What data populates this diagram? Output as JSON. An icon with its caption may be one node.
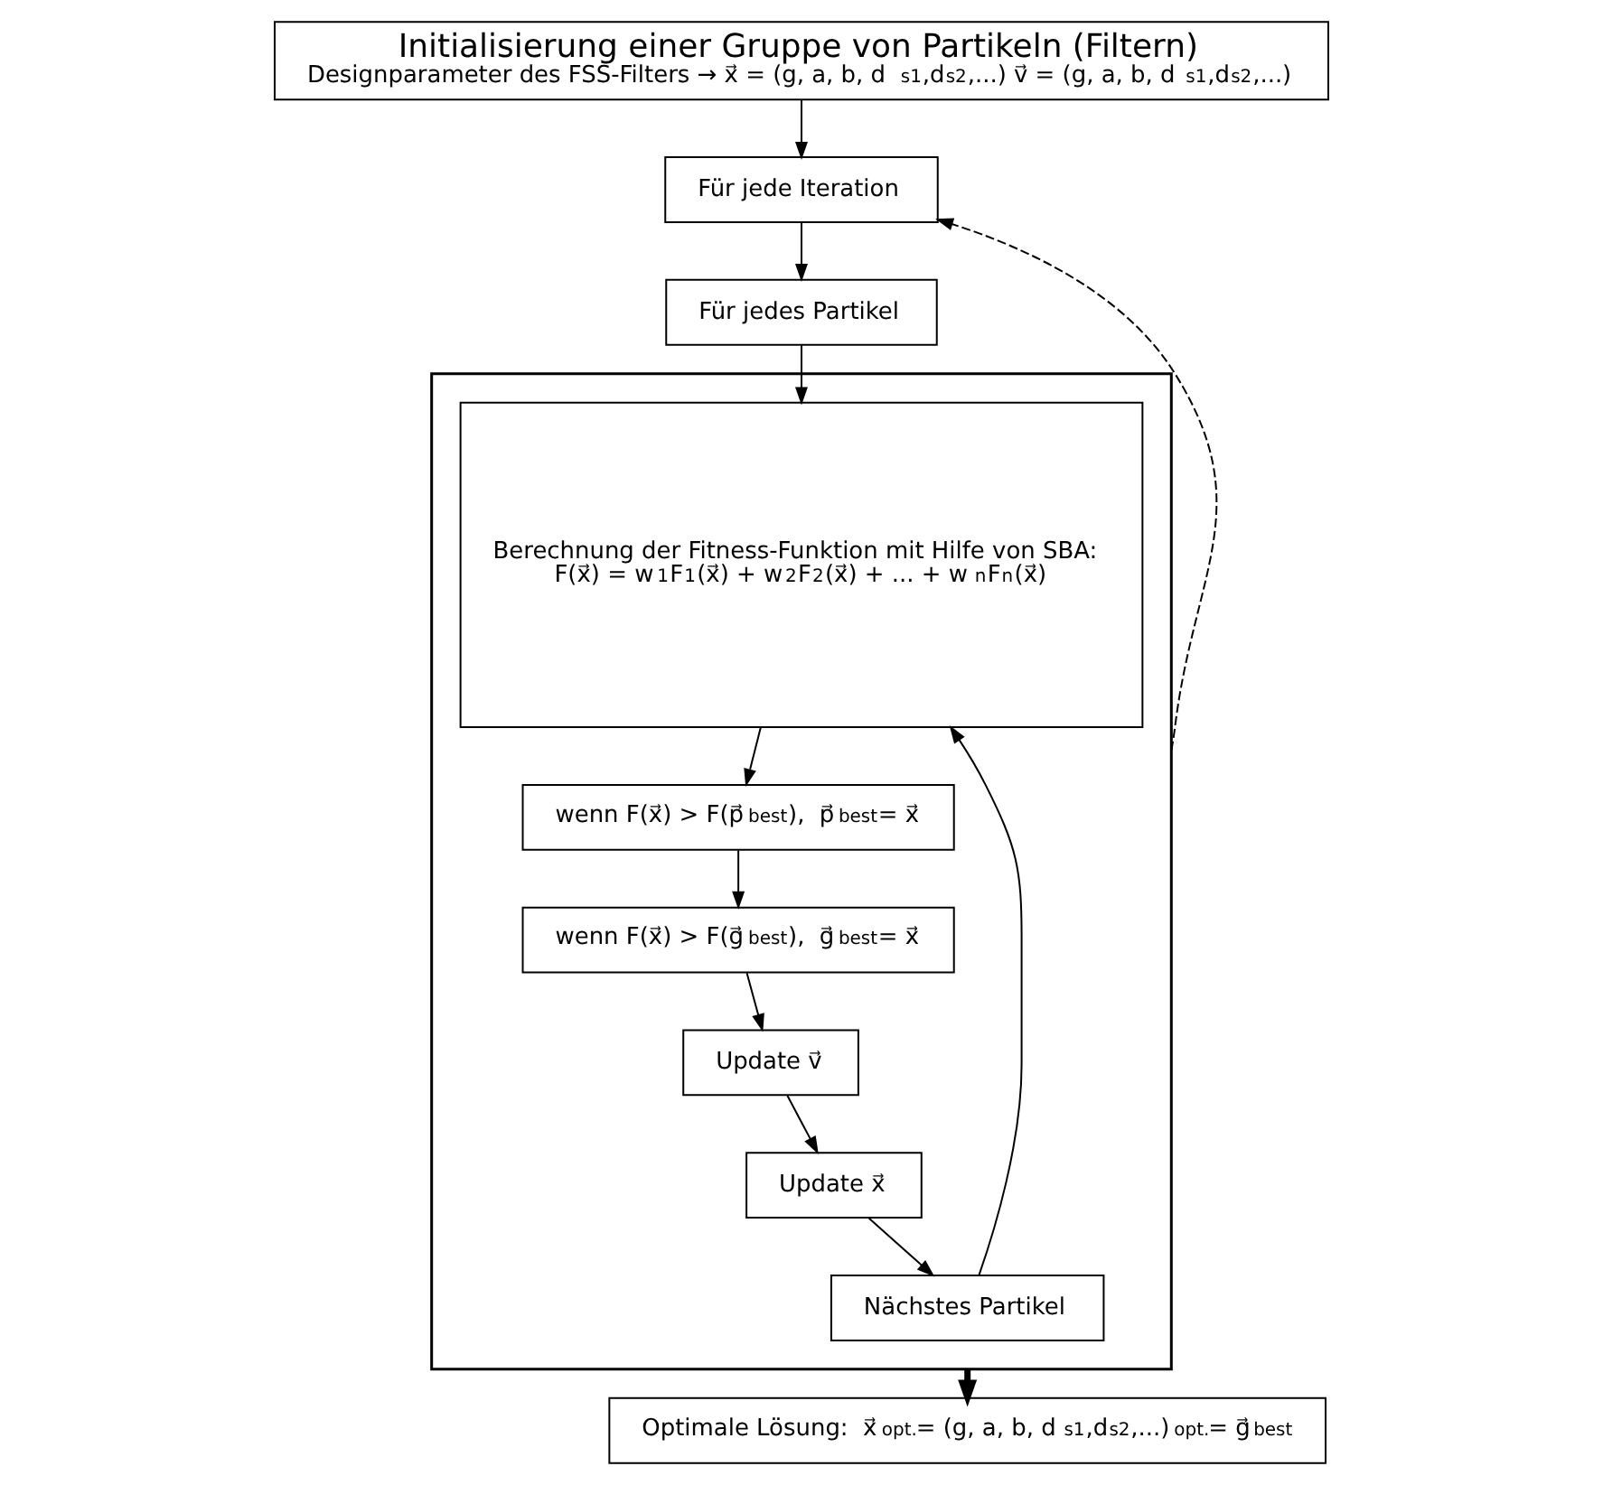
{
  "diagram": {
    "nodes": [
      {
        "text": [
          "Initialisierung einer Gruppe von Partikeln (Filtern)",
          "Designparameter des FSS-Filters → x⃗ = (g, a, b, d$_{s1}$,d$_{s2}$,...) v⃗ = (g, a, b, d$_{s1}$,d$_{s2}$,...)"
        ]
      },
      {
        "text": [
          "Für jede Iteration"
        ]
      },
      {
        "text": [
          "Für jedes Partikel"
        ]
      },
      {
        "text": [],
        "shape": "box"
      },
      {
        "text": [
          "Berechnung der Fitness-Funktion mit Hilfe von SBA:",
          "F(x⃗) = w$_{1}$F$_{1}$(x⃗) + w$_{2}$F$_{2}$(x⃗) + ... + w$_{n}$F$_{n}$(x⃗)"
        ],
        "in": 3
      },
      {
        "text": [
          "Nächstes Partikel"
        ],
        "in": 3
      },
      {
        "text": [
          "Update x⃗"
        ],
        "in": 3
      },
      {
        "text": [
          "Update v⃗"
        ],
        "in": 3
      },
      {
        "text": [
          "wenn F(x⃗) > F(g⃗$_{best}$),  g⃗$_{best}$= x⃗"
        ],
        "in": 3
      },
      {
        "text": [
          "wenn F(x⃗) > F(p⃗$_{best}$),  p⃗$_{best}$= x⃗"
        ],
        "in": 3
      },
      {
        "text": [
          "Optimale Lösung:  x⃗$_{opt.}$= (g, a, b, d$_{s1}$,d$_{s2}$,...)$_{opt.}$= g⃗$_{best}$"
        ]
      }
    ],
    "edges": [
      {
        "from": 0,
        "to": 1,
        "arrow": "to"
      },
      {
        "from": 1,
        "to": 2,
        "arrow": "to"
      },
      {
        "from": 2,
        "to": 4,
        "arrow": "to"
      },
      {
        "from": 5,
        "to": 4,
        "arrow": "to"
      },
      {
        "from": 4,
        "to": 9,
        "arrow": "to"
      },
      {
        "from": 9,
        "to": 8,
        "arrow": "to"
      },
      {
        "from": 8,
        "to": 7,
        "arrow": "to"
      },
      {
        "from": 7,
        "to": 6,
        "arrow": "to"
      },
      {
        "from": 6,
        "to": 5,
        "arrow": "to"
      },
      {
        "from": 3,
        "to": 10,
        "arrow": "to",
        "style": "thick"
      },
      {
        "from": 3,
        "to": 1,
        "arrow": "to",
        "style": "dashed"
      }
    ]
  }
}
